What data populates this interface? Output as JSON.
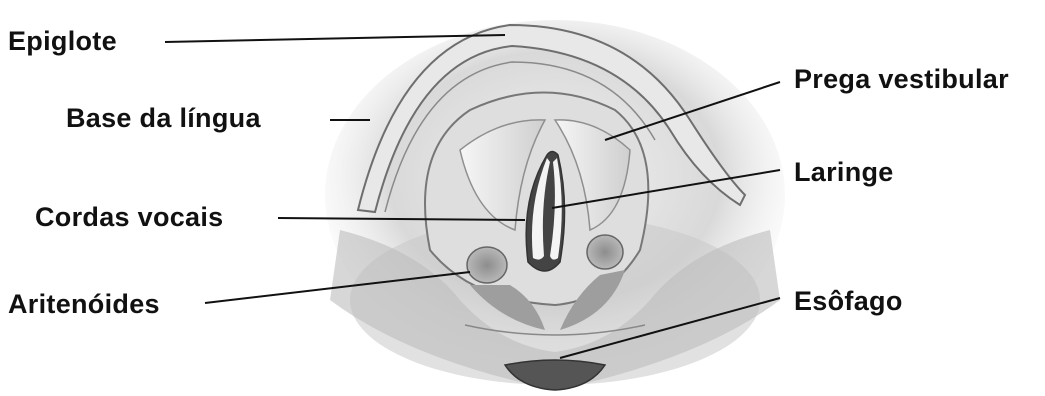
{
  "labels": {
    "epiglote": "Epiglote",
    "base_lingua": "Base da língua",
    "cordas_vocais": "Cordas vocais",
    "aritenoides": "Aritenóides",
    "prega_vestibular": "Prega vestibular",
    "laringe": "Laringe",
    "esofago": "Esôfago"
  }
}
